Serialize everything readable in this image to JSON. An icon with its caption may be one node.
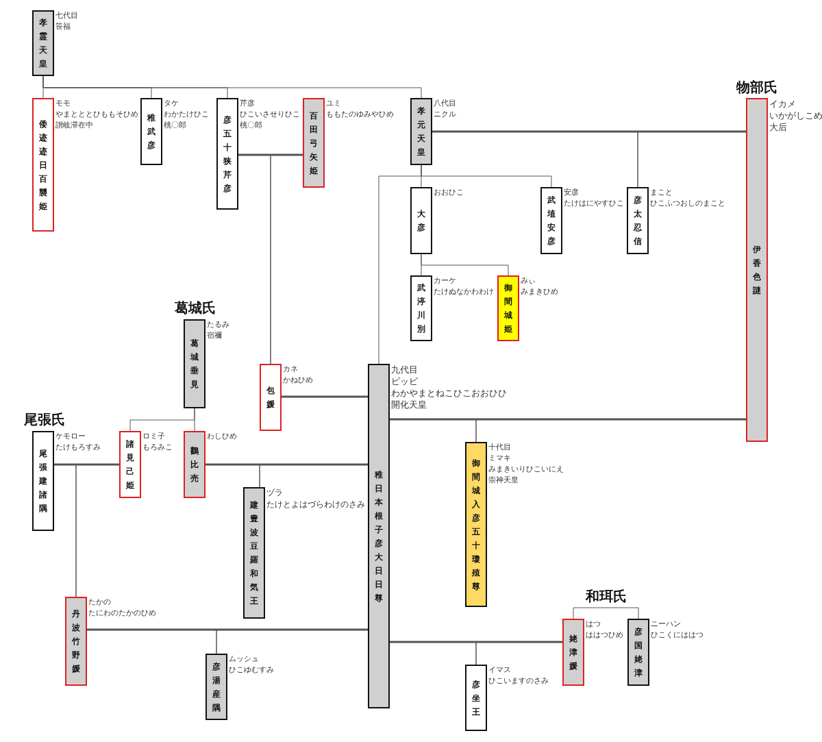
{
  "diagram": {
    "nodes": [
      {
        "text": [
          "孝霊天皇"
        ],
        "beside": [
          "七代目",
          "笹福"
        ]
      },
      {
        "text": [
          "倭迹迹日百襲姫"
        ],
        "beside": [
          "モモ",
          "やまとととひももそひめ",
          "讃岐滞在中"
        ]
      },
      {
        "text": [
          "稚武彦"
        ],
        "beside": [
          "タケ",
          "わかたけひこ",
          "桃〇郎"
        ]
      },
      {
        "text": [
          "彦五十狭芹彦"
        ],
        "beside": [
          "芹彦",
          "ひこいさせりひこ",
          "桃〇郎"
        ]
      },
      {
        "text": [
          "百田弓矢姫"
        ],
        "beside": [
          "ユミ",
          "ももたのゆみやひめ"
        ]
      },
      {
        "text": [
          "孝元天皇"
        ],
        "beside": [
          "八代目",
          "ニクル"
        ]
      },
      {
        "text": [
          "伊香色謎"
        ],
        "beside": [
          "イカメ",
          "いかがしこめ",
          "大后"
        ]
      },
      {
        "text": [
          "大彦"
        ],
        "beside": [
          "おおひこ"
        ]
      },
      {
        "text": [
          "武埴安彦"
        ],
        "beside": [
          "安彦",
          "たけはにやすひこ"
        ]
      },
      {
        "text": [
          "彦太忍信"
        ],
        "beside": [
          "まこと",
          "ひこふつおしのまこと"
        ]
      },
      {
        "text": [
          "武渟川別"
        ],
        "beside": [
          "カーケ",
          "たけぬなかわわけ"
        ]
      },
      {
        "text": [
          "御間城姫"
        ],
        "beside": [
          "みぃ",
          "みまきひめ"
        ]
      },
      {
        "text": [
          "葛城垂見"
        ],
        "beside": [
          "たるみ",
          "宿禰"
        ]
      },
      {
        "text": [
          "包媛"
        ],
        "beside": [
          "カネ",
          "かねひめ"
        ]
      },
      {
        "text": [
          "稚日本根子彦大日日尊"
        ],
        "beside": [
          "九代目",
          "ピッピ",
          "わかやまとねこひこおおひひ",
          "開化天皇"
        ]
      },
      {
        "text": [
          "尾張建諸隅"
        ],
        "beside": [
          "ケモロー",
          "たけもろすみ"
        ]
      },
      {
        "text": [
          "諸見己姫"
        ],
        "beside": [
          "ロミ子",
          "もろみこ"
        ]
      },
      {
        "text": [
          "鸛比売"
        ],
        "beside": [
          "わしひめ"
        ]
      },
      {
        "text": [
          "御間城入彦五十瓊殖尊"
        ],
        "beside": [
          "十代目",
          "ミマキ",
          "みまきいりひこいにえ",
          "崇神天皇"
        ]
      },
      {
        "text": [
          "建豊波豆羅和気王"
        ],
        "beside": [
          "ヅラ",
          "たけとよはづらわけのさみ"
        ]
      },
      {
        "text": [
          "丹波竹野媛"
        ],
        "beside": [
          "たかの",
          "たにわのたかのひめ"
        ]
      },
      {
        "text": [
          "姥津媛"
        ],
        "beside": [
          "はつ",
          "ははつひめ"
        ]
      },
      {
        "text": [
          "彦国姥津"
        ],
        "beside": [
          "ニーハン",
          "ひこくにははつ"
        ]
      },
      {
        "text": [
          "彦湯産隅"
        ],
        "beside": [
          "ムッシュ",
          "ひこゆむすみ"
        ]
      },
      {
        "text": [
          "彦坐王"
        ],
        "beside": [
          "イマス",
          "ひこいますのさみ"
        ]
      }
    ],
    "edges": [
      {
        "from": 0,
        "to": 1,
        "arrow": "none"
      },
      {
        "from": 0,
        "to": 2,
        "arrow": "none"
      },
      {
        "from": 0,
        "to": 3,
        "arrow": "none"
      },
      {
        "from": 0,
        "to": 5,
        "arrow": "none"
      },
      {
        "from": 3,
        "to": 4,
        "arrow": "none",
        "style": "thick"
      },
      {
        "from": 3,
        "to": 13,
        "arrow": "none"
      },
      {
        "from": 4,
        "to": 13,
        "arrow": "none"
      },
      {
        "from": 5,
        "to": 6,
        "arrow": "none",
        "style": "thick"
      },
      {
        "from": 5,
        "to": 9,
        "arrow": "none"
      },
      {
        "from": 6,
        "to": 9,
        "arrow": "none"
      },
      {
        "from": 5,
        "to": 7,
        "arrow": "none"
      },
      {
        "from": 5,
        "to": 8,
        "arrow": "none"
      },
      {
        "from": 5,
        "to": 14,
        "arrow": "none"
      },
      {
        "from": 7,
        "to": 10,
        "arrow": "none"
      },
      {
        "from": 7,
        "to": 11,
        "arrow": "none"
      },
      {
        "from": 12,
        "to": 16,
        "arrow": "none"
      },
      {
        "from": 12,
        "to": 17,
        "arrow": "none"
      },
      {
        "from": 15,
        "to": 16,
        "arrow": "none",
        "style": "thick"
      },
      {
        "from": 15,
        "to": 20,
        "arrow": "none"
      },
      {
        "from": 16,
        "to": 20,
        "arrow": "none"
      },
      {
        "from": 17,
        "to": 14,
        "arrow": "none",
        "style": "thick"
      },
      {
        "from": 17,
        "to": 19,
        "arrow": "none"
      },
      {
        "from": 14,
        "to": 19,
        "arrow": "none"
      },
      {
        "from": 13,
        "to": 14,
        "arrow": "none",
        "style": "thick"
      },
      {
        "from": 14,
        "to": 6,
        "arrow": "none",
        "style": "thick"
      },
      {
        "from": 14,
        "to": 18,
        "arrow": "none"
      },
      {
        "from": 6,
        "to": 18,
        "arrow": "none"
      },
      {
        "from": 20,
        "to": 14,
        "arrow": "none",
        "style": "thick"
      },
      {
        "from": 20,
        "to": 23,
        "arrow": "none"
      },
      {
        "from": 14,
        "to": 23,
        "arrow": "none"
      },
      {
        "from": 14,
        "to": 21,
        "arrow": "none",
        "style": "thick"
      },
      {
        "from": 14,
        "to": 24,
        "arrow": "none"
      },
      {
        "from": 21,
        "to": 24,
        "arrow": "none"
      },
      {
        "from": 21,
        "to": 22,
        "arrow": "none"
      }
    ],
    "labels": [
      "物部氏",
      "葛城氏",
      "尾張氏",
      "和珥氏"
    ]
  }
}
